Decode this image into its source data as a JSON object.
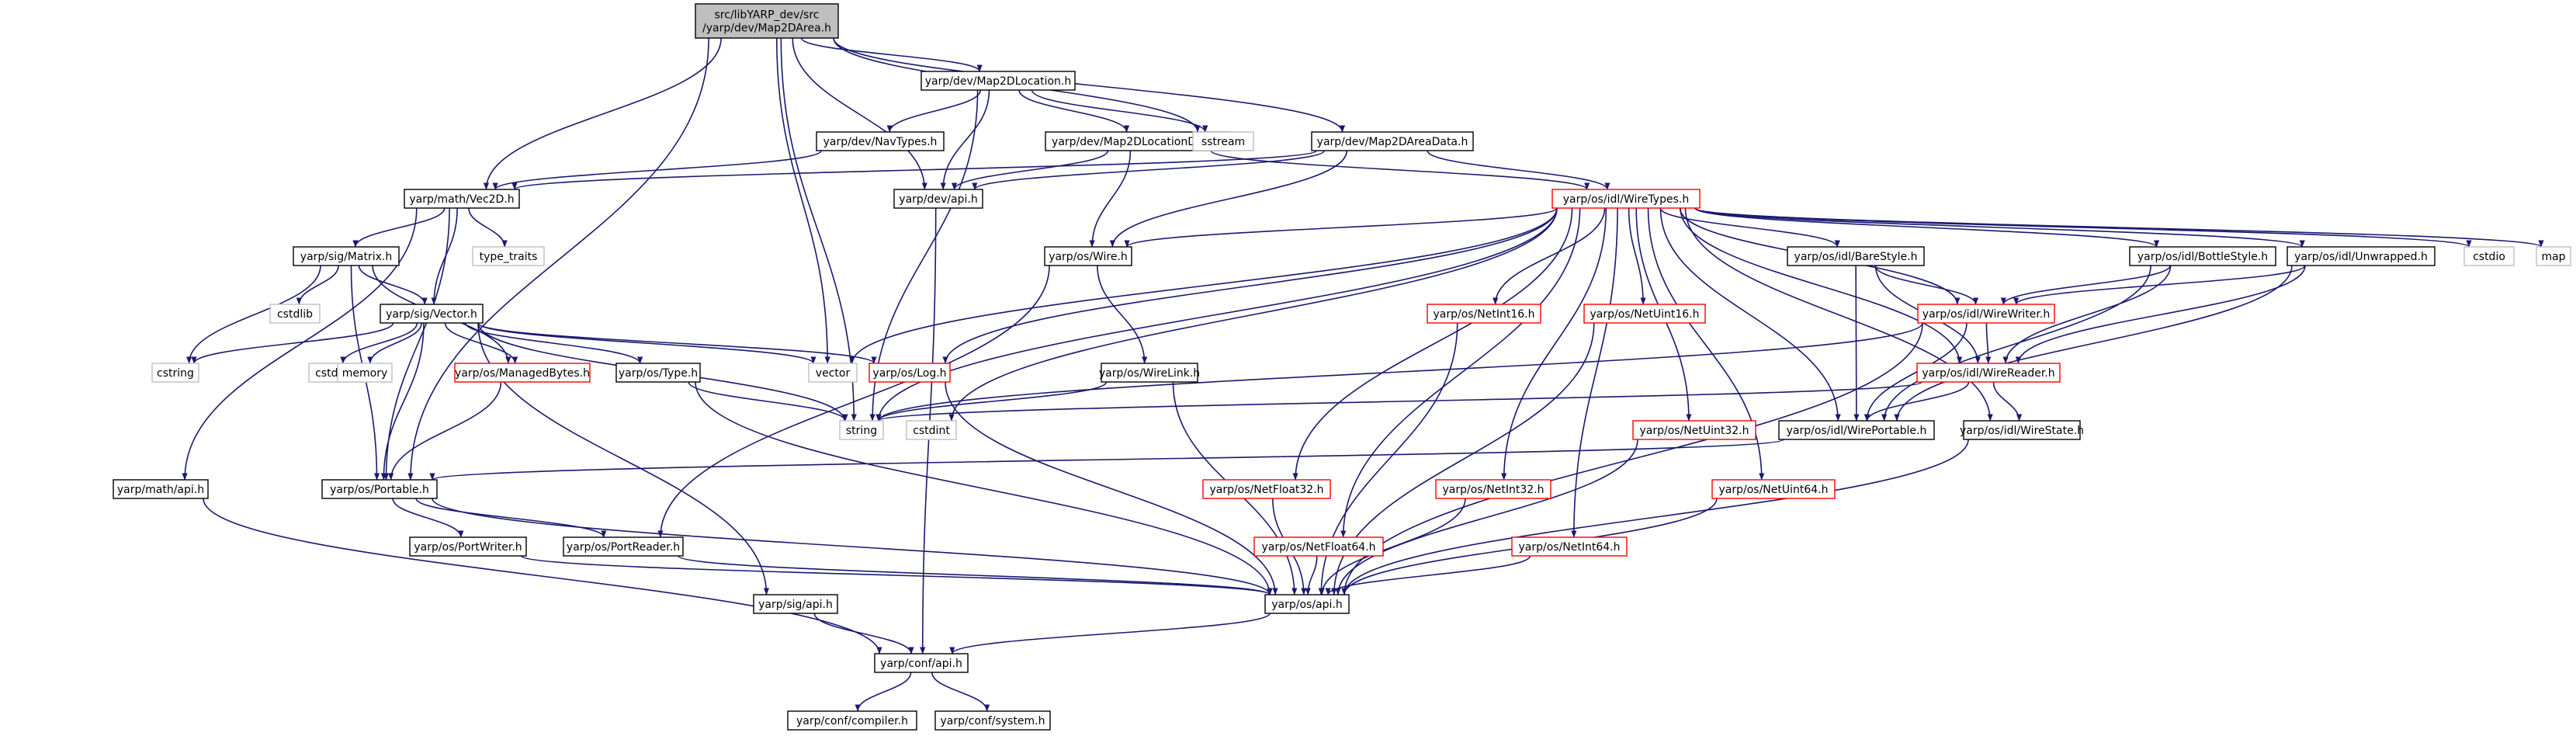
{
  "graph": {
    "edge_color": "#191970",
    "nodes": {
      "map2darea": {
        "lines": [
          "src/libYARP_dev/src",
          "/yarp/dev/Map2DArea.h"
        ],
        "kind": "root"
      },
      "map2dlocation": {
        "lines": [
          "yarp/dev/Map2DLocation.h"
        ],
        "kind": "documented"
      },
      "map2dareadata": {
        "lines": [
          "yarp/dev/Map2DAreaData.h"
        ],
        "kind": "documented"
      },
      "navtypes": {
        "lines": [
          "yarp/dev/NavTypes.h"
        ],
        "kind": "documented"
      },
      "map2dlocationdata": {
        "lines": [
          "yarp/dev/Map2DLocationData.h"
        ],
        "kind": "documented"
      },
      "sstream": {
        "lines": [
          "sstream"
        ],
        "kind": "system"
      },
      "vec2d": {
        "lines": [
          "yarp/math/Vec2D.h"
        ],
        "kind": "documented"
      },
      "devapi": {
        "lines": [
          "yarp/dev/api.h"
        ],
        "kind": "documented"
      },
      "wiretypes": {
        "lines": [
          "yarp/os/idl/WireTypes.h"
        ],
        "kind": "undocumented"
      },
      "matrix": {
        "lines": [
          "yarp/sig/Matrix.h"
        ],
        "kind": "documented"
      },
      "typetraits": {
        "lines": [
          "type_traits"
        ],
        "kind": "system"
      },
      "cstdlib": {
        "lines": [
          "cstdlib"
        ],
        "kind": "system"
      },
      "vector_h": {
        "lines": [
          "yarp/sig/Vector.h"
        ],
        "kind": "documented"
      },
      "cstring": {
        "lines": [
          "cstring"
        ],
        "kind": "system"
      },
      "cstddef": {
        "lines": [
          "cstddef"
        ],
        "kind": "system"
      },
      "memory": {
        "lines": [
          "memory"
        ],
        "kind": "system"
      },
      "managedbytes": {
        "lines": [
          "yarp/os/ManagedBytes.h"
        ],
        "kind": "undocumented"
      },
      "type_h": {
        "lines": [
          "yarp/os/Type.h"
        ],
        "kind": "documented"
      },
      "vector_std": {
        "lines": [
          "vector"
        ],
        "kind": "system"
      },
      "log": {
        "lines": [
          "yarp/os/Log.h"
        ],
        "kind": "undocumented"
      },
      "wire": {
        "lines": [
          "yarp/os/Wire.h"
        ],
        "kind": "documented"
      },
      "wirelink": {
        "lines": [
          "yarp/os/WireLink.h"
        ],
        "kind": "documented"
      },
      "string": {
        "lines": [
          "string"
        ],
        "kind": "system"
      },
      "cstdint": {
        "lines": [
          "cstdint"
        ],
        "kind": "system"
      },
      "netint16": {
        "lines": [
          "yarp/os/NetInt16.h"
        ],
        "kind": "undocumented"
      },
      "netuint16": {
        "lines": [
          "yarp/os/NetUint16.h"
        ],
        "kind": "undocumented"
      },
      "barestyle": {
        "lines": [
          "yarp/os/idl/BareStyle.h"
        ],
        "kind": "documented"
      },
      "wirewriter": {
        "lines": [
          "yarp/os/idl/WireWriter.h"
        ],
        "kind": "undocumented"
      },
      "bottlestyle": {
        "lines": [
          "yarp/os/idl/BottleStyle.h"
        ],
        "kind": "documented"
      },
      "unwrapped": {
        "lines": [
          "yarp/os/idl/Unwrapped.h"
        ],
        "kind": "documented"
      },
      "cstdio": {
        "lines": [
          "cstdio"
        ],
        "kind": "system"
      },
      "map": {
        "lines": [
          "map"
        ],
        "kind": "system"
      },
      "wirereader": {
        "lines": [
          "yarp/os/idl/WireReader.h"
        ],
        "kind": "undocumented"
      },
      "wireportable": {
        "lines": [
          "yarp/os/idl/WirePortable.h"
        ],
        "kind": "documented"
      },
      "wirestate": {
        "lines": [
          "yarp/os/idl/WireState.h"
        ],
        "kind": "documented"
      },
      "netuint32": {
        "lines": [
          "yarp/os/NetUint32.h"
        ],
        "kind": "undocumented"
      },
      "netint32": {
        "lines": [
          "yarp/os/NetInt32.h"
        ],
        "kind": "undocumented"
      },
      "netuint64": {
        "lines": [
          "yarp/os/NetUint64.h"
        ],
        "kind": "undocumented"
      },
      "netfloat32": {
        "lines": [
          "yarp/os/NetFloat32.h"
        ],
        "kind": "undocumented"
      },
      "netfloat64": {
        "lines": [
          "yarp/os/NetFloat64.h"
        ],
        "kind": "undocumented"
      },
      "netint64": {
        "lines": [
          "yarp/os/NetInt64.h"
        ],
        "kind": "undocumented"
      },
      "mathapi": {
        "lines": [
          "yarp/math/api.h"
        ],
        "kind": "documented"
      },
      "portable": {
        "lines": [
          "yarp/os/Portable.h"
        ],
        "kind": "documented"
      },
      "portwriter": {
        "lines": [
          "yarp/os/PortWriter.h"
        ],
        "kind": "documented"
      },
      "portreader": {
        "lines": [
          "yarp/os/PortReader.h"
        ],
        "kind": "documented"
      },
      "osapi": {
        "lines": [
          "yarp/os/api.h"
        ],
        "kind": "documented"
      },
      "sigapi": {
        "lines": [
          "yarp/sig/api.h"
        ],
        "kind": "documented"
      },
      "confapi": {
        "lines": [
          "yarp/conf/api.h"
        ],
        "kind": "documented"
      },
      "compiler": {
        "lines": [
          "yarp/conf/compiler.h"
        ],
        "kind": "documented"
      },
      "system": {
        "lines": [
          "yarp/conf/system.h"
        ],
        "kind": "documented"
      }
    },
    "edges": [
      [
        "map2darea",
        "map2dlocation"
      ],
      [
        "map2darea",
        "map2dareadata"
      ],
      [
        "map2darea",
        "sstream"
      ],
      [
        "map2darea",
        "vec2d"
      ],
      [
        "map2darea",
        "devapi"
      ],
      [
        "map2darea",
        "vector_std"
      ],
      [
        "map2darea",
        "string"
      ],
      [
        "map2darea",
        "portable"
      ],
      [
        "map2dlocation",
        "navtypes"
      ],
      [
        "map2dlocation",
        "map2dlocationdata"
      ],
      [
        "map2dlocation",
        "sstream"
      ],
      [
        "map2dlocation",
        "devapi"
      ],
      [
        "map2dlocation",
        "string"
      ],
      [
        "map2dareadata",
        "vec2d"
      ],
      [
        "map2dareadata",
        "devapi"
      ],
      [
        "map2dareadata",
        "wiretypes"
      ],
      [
        "map2dareadata",
        "wire"
      ],
      [
        "navtypes",
        "vec2d"
      ],
      [
        "map2dlocationdata",
        "devapi"
      ],
      [
        "map2dlocationdata",
        "wiretypes"
      ],
      [
        "map2dlocationdata",
        "wire"
      ],
      [
        "vec2d",
        "matrix"
      ],
      [
        "vec2d",
        "typetraits"
      ],
      [
        "vec2d",
        "vector_h"
      ],
      [
        "vec2d",
        "portable"
      ],
      [
        "vec2d",
        "mathapi"
      ],
      [
        "devapi",
        "confapi"
      ],
      [
        "matrix",
        "cstdlib"
      ],
      [
        "matrix",
        "vector_h"
      ],
      [
        "matrix",
        "cstring"
      ],
      [
        "matrix",
        "managedbytes"
      ],
      [
        "matrix",
        "portable"
      ],
      [
        "vector_h",
        "cstring"
      ],
      [
        "vector_h",
        "cstddef"
      ],
      [
        "vector_h",
        "memory"
      ],
      [
        "vector_h",
        "managedbytes"
      ],
      [
        "vector_h",
        "type_h"
      ],
      [
        "vector_h",
        "vector_std"
      ],
      [
        "vector_h",
        "log"
      ],
      [
        "vector_h",
        "string"
      ],
      [
        "vector_h",
        "portable"
      ],
      [
        "vector_h",
        "sigapi"
      ],
      [
        "managedbytes",
        "portable"
      ],
      [
        "type_h",
        "string"
      ],
      [
        "type_h",
        "osapi"
      ],
      [
        "log",
        "osapi"
      ],
      [
        "wire",
        "wirelink"
      ],
      [
        "wire",
        "portreader"
      ],
      [
        "wirelink",
        "string"
      ],
      [
        "wirelink",
        "osapi"
      ],
      [
        "wiretypes",
        "wire"
      ],
      [
        "wiretypes",
        "vector_std"
      ],
      [
        "wiretypes",
        "log"
      ],
      [
        "wiretypes",
        "string"
      ],
      [
        "wiretypes",
        "cstdint"
      ],
      [
        "wiretypes",
        "netint16"
      ],
      [
        "wiretypes",
        "netuint16"
      ],
      [
        "wiretypes",
        "netfloat32"
      ],
      [
        "wiretypes",
        "netfloat64"
      ],
      [
        "wiretypes",
        "netint32"
      ],
      [
        "wiretypes",
        "netint64"
      ],
      [
        "wiretypes",
        "netuint32"
      ],
      [
        "wiretypes",
        "netuint64"
      ],
      [
        "wiretypes",
        "barestyle"
      ],
      [
        "wiretypes",
        "bottlestyle"
      ],
      [
        "wiretypes",
        "unwrapped"
      ],
      [
        "wiretypes",
        "wirewriter"
      ],
      [
        "wiretypes",
        "wirereader"
      ],
      [
        "wiretypes",
        "wireportable"
      ],
      [
        "wiretypes",
        "wirestate"
      ],
      [
        "wiretypes",
        "cstdio"
      ],
      [
        "wiretypes",
        "map"
      ],
      [
        "barestyle",
        "wirewriter"
      ],
      [
        "barestyle",
        "wirereader"
      ],
      [
        "barestyle",
        "wireportable"
      ],
      [
        "bottlestyle",
        "wirewriter"
      ],
      [
        "bottlestyle",
        "wirereader"
      ],
      [
        "bottlestyle",
        "wireportable"
      ],
      [
        "unwrapped",
        "wirewriter"
      ],
      [
        "unwrapped",
        "wirereader"
      ],
      [
        "unwrapped",
        "wireportable"
      ],
      [
        "wirewriter",
        "wirereader"
      ],
      [
        "wirewriter",
        "wireportable"
      ],
      [
        "wirewriter",
        "string"
      ],
      [
        "wirewriter",
        "osapi"
      ],
      [
        "wirereader",
        "wirestate"
      ],
      [
        "wirereader",
        "wireportable"
      ],
      [
        "wirereader",
        "string"
      ],
      [
        "wireportable",
        "portable"
      ],
      [
        "wirestate",
        "osapi"
      ],
      [
        "netint16",
        "osapi"
      ],
      [
        "netuint16",
        "osapi"
      ],
      [
        "netuint32",
        "osapi"
      ],
      [
        "netint32",
        "osapi"
      ],
      [
        "netuint64",
        "osapi"
      ],
      [
        "netfloat32",
        "osapi"
      ],
      [
        "netfloat64",
        "osapi"
      ],
      [
        "netint64",
        "osapi"
      ],
      [
        "portable",
        "portwriter"
      ],
      [
        "portable",
        "portreader"
      ],
      [
        "portable",
        "osapi"
      ],
      [
        "portwriter",
        "osapi"
      ],
      [
        "portreader",
        "osapi"
      ],
      [
        "osapi",
        "confapi"
      ],
      [
        "mathapi",
        "confapi"
      ],
      [
        "sigapi",
        "confapi"
      ],
      [
        "confapi",
        "compiler"
      ],
      [
        "confapi",
        "system"
      ]
    ]
  },
  "colors": {
    "documented_border": "#000000",
    "undocumented_border": "#ff0000",
    "system_border": "#bfbfbf",
    "root_fill": "#bfbfbf",
    "node_fill": "#ffffff",
    "edge": "#191970"
  }
}
